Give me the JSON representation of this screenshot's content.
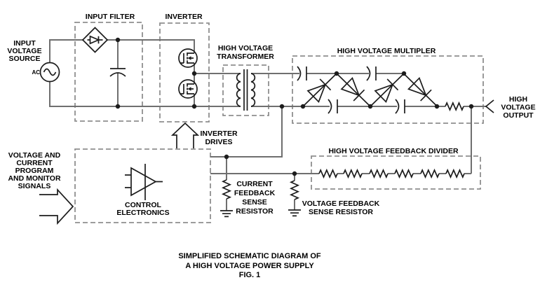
{
  "diagram": {
    "caption": {
      "line1": "SIMPLIFIED SCHEMATIC DIAGRAM OF",
      "line2": "A HIGH VOLTAGE POWER SUPPLY",
      "line3": "FIG. 1"
    },
    "blocks": {
      "input_filter": {
        "label": "INPUT FILTER"
      },
      "inverter": {
        "label": "INVERTER"
      },
      "hv_transformer": {
        "line1": "HIGH VOLTAGE",
        "line2": "TRANSFORMER"
      },
      "hv_multiplier": {
        "label": "HIGH VOLTAGE MULTIPLER"
      },
      "control_electronics": {
        "line1": "CONTROL",
        "line2": "ELECTRONICS"
      },
      "hv_feedback_divider": {
        "label": "HIGH VOLTAGE  FEEDBACK DIVIDER"
      }
    },
    "labels": {
      "input_voltage_source": {
        "line1": "INPUT",
        "line2": "VOLTAGE",
        "line3": "SOURCE"
      },
      "ac_source": "AC",
      "hv_output": {
        "line1": "HIGH",
        "line2": "VOLTAGE",
        "line3": "OUTPUT"
      },
      "inverter_drives": {
        "line1": "INVERTER",
        "line2": "DRIVES"
      },
      "program_signals": {
        "line1": "VOLTAGE AND",
        "line2": "CURRENT",
        "line3": "PROGRAM",
        "line4": "AND MONITOR",
        "line5": "SIGNALS"
      },
      "current_sense_resistor": {
        "line1": "CURRENT",
        "line2": "FEEDBACK",
        "line3": "SENSE",
        "line4": "RESISTOR"
      },
      "voltage_sense_resistor": {
        "line1": "VOLTAGE FEEDBACK",
        "line2": "SENSE RESISTOR"
      }
    },
    "symbols": [
      "ac-source",
      "bridge-rectifier-diode",
      "filter-capacitor",
      "mosfet-half-bridge",
      "hv-transformer",
      "multiplier-capacitor",
      "multiplier-diode",
      "output-series-resistor",
      "current-sense-resistor",
      "voltage-sense-resistor",
      "divider-resistor-chain",
      "ground",
      "output-chevron",
      "inverter-drives-arrow",
      "program-signals-arrow",
      "op-amp"
    ],
    "colors": {
      "wire": "#6f6f6f",
      "symbol": "#1c1c1c",
      "dashed_box": "#8f8f8f",
      "text": "#000000",
      "background": "#ffffff"
    }
  }
}
